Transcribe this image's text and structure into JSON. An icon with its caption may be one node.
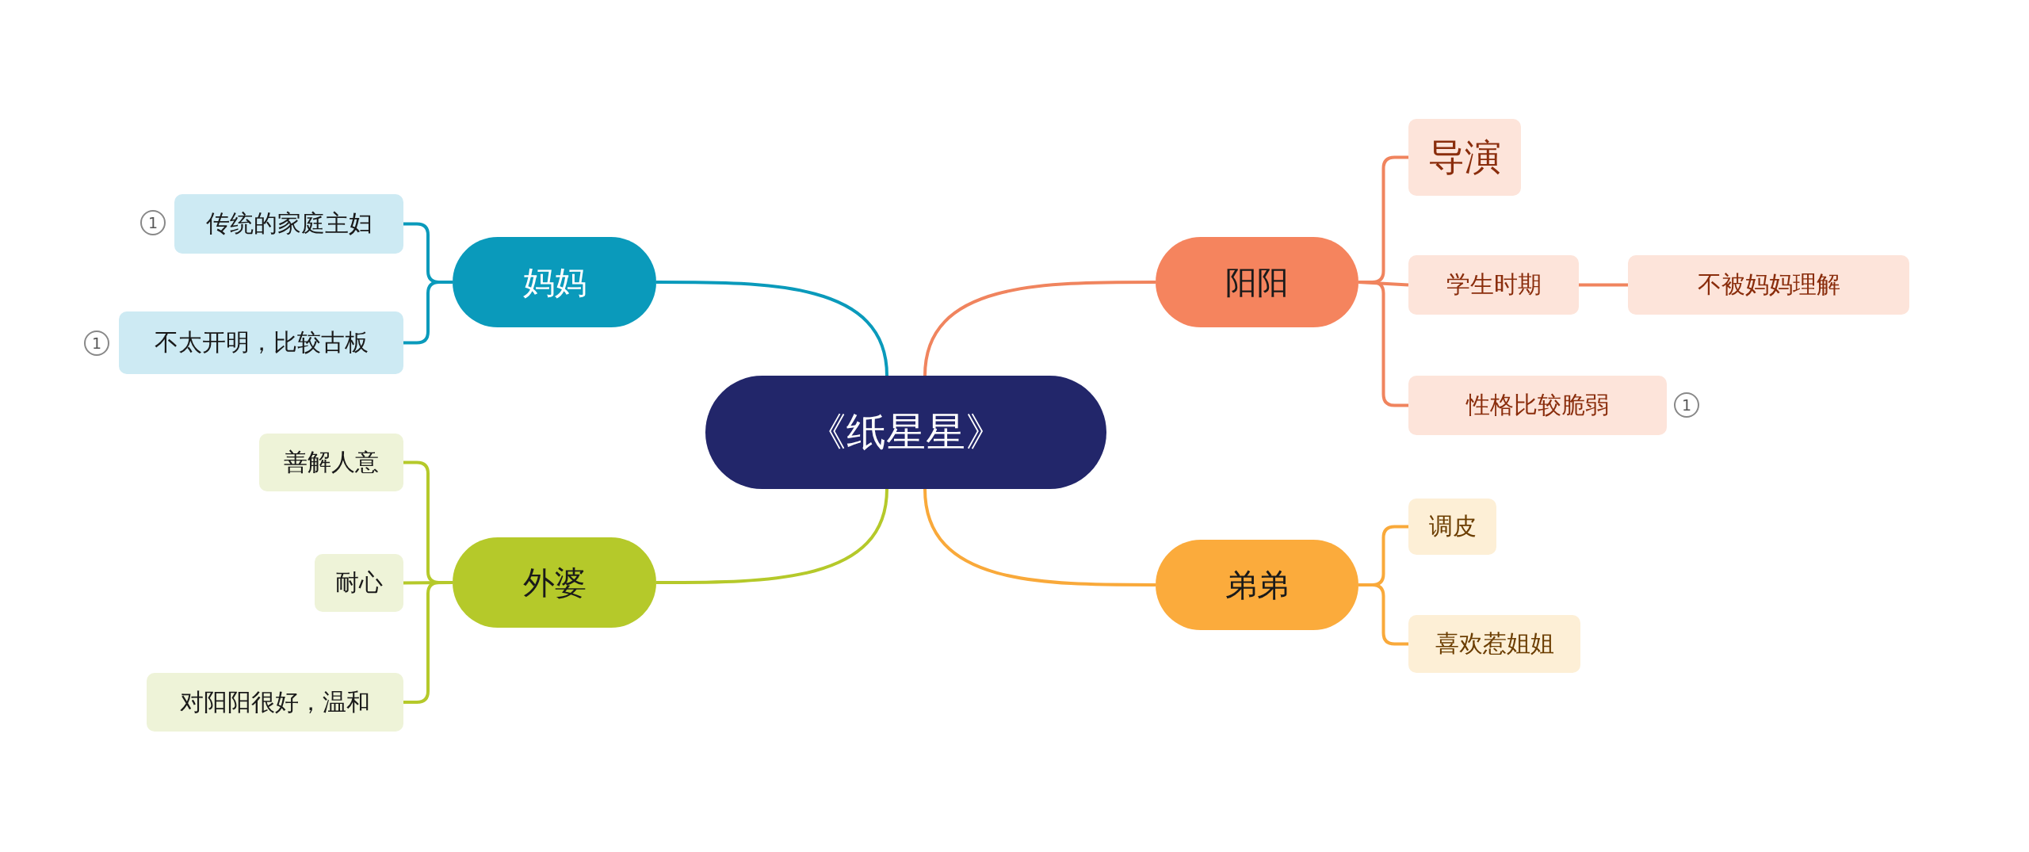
{
  "diagram": {
    "nodes": [
      {
        "text": [
          "《纸星星》"
        ]
      },
      {
        "text": [
          "妈妈"
        ]
      },
      {
        "text": [
          "传统的家庭主妇"
        ],
        "beside": [
          "1"
        ]
      },
      {
        "text": [
          "不太开明，比较古板"
        ],
        "beside": [
          "1"
        ]
      },
      {
        "text": [
          "阳阳"
        ]
      },
      {
        "text": [
          "导演"
        ]
      },
      {
        "text": [
          "学生时期"
        ]
      },
      {
        "text": [
          "不被妈妈理解"
        ]
      },
      {
        "text": [
          "性格比较脆弱"
        ],
        "beside": [
          "1"
        ]
      },
      {
        "text": [
          "外婆"
        ]
      },
      {
        "text": [
          "善解人意"
        ]
      },
      {
        "text": [
          "耐心"
        ]
      },
      {
        "text": [
          "对阳阳很好，温和"
        ]
      },
      {
        "text": [
          "弟弟"
        ]
      },
      {
        "text": [
          "调皮"
        ]
      },
      {
        "text": [
          "喜欢惹姐姐"
        ]
      }
    ],
    "edges": [
      {
        "from": 0,
        "to": 1,
        "arrow": "none",
        "color": "#0a9abb"
      },
      {
        "from": 1,
        "to": 2,
        "arrow": "none",
        "color": "#0a9abb"
      },
      {
        "from": 1,
        "to": 3,
        "arrow": "none",
        "color": "#0a9abb"
      },
      {
        "from": 0,
        "to": 4,
        "arrow": "none",
        "color": "#f0845e"
      },
      {
        "from": 4,
        "to": 5,
        "arrow": "none",
        "color": "#f0845e"
      },
      {
        "from": 4,
        "to": 6,
        "arrow": "none",
        "color": "#f0845e"
      },
      {
        "from": 6,
        "to": 7,
        "arrow": "none",
        "color": "#f0845e"
      },
      {
        "from": 4,
        "to": 8,
        "arrow": "none",
        "color": "#f0845e"
      },
      {
        "from": 0,
        "to": 9,
        "arrow": "none",
        "color": "#b5c92a"
      },
      {
        "from": 9,
        "to": 10,
        "arrow": "none",
        "color": "#b5c92a"
      },
      {
        "from": 9,
        "to": 11,
        "arrow": "none",
        "color": "#b5c92a"
      },
      {
        "from": 9,
        "to": 12,
        "arrow": "none",
        "color": "#b5c92a"
      },
      {
        "from": 0,
        "to": 13,
        "arrow": "none",
        "color": "#f9a93a"
      },
      {
        "from": 13,
        "to": 14,
        "arrow": "none",
        "color": "#f9a93a"
      },
      {
        "from": 13,
        "to": 15,
        "arrow": "none",
        "color": "#f9a93a"
      }
    ]
  }
}
